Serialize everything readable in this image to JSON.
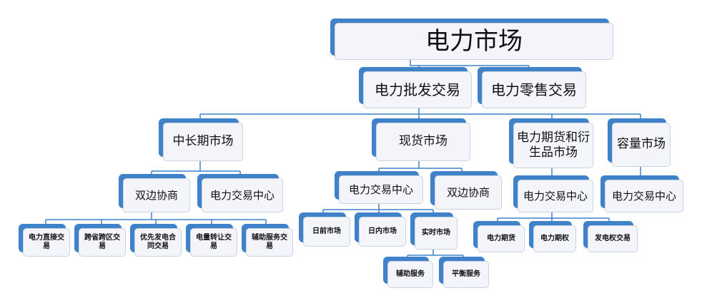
{
  "diagram": {
    "root": "电力市场",
    "level1": {
      "wholesale": "电力批发交易",
      "retail": "电力零售交易"
    },
    "level2": {
      "long_term": "中长期市场",
      "spot": "现货市场",
      "futures": "电力期货和衍生品市场",
      "capacity": "容量市场"
    },
    "level3": {
      "long_term_bilateral": "双边协商",
      "long_term_exchange": "电力交易中心",
      "spot_exchange": "电力交易中心",
      "spot_bilateral": "双边协商",
      "futures_exchange": "电力交易中心",
      "capacity_exchange": "电力交易中心"
    },
    "level4": {
      "direct_trade": "电力直接交易",
      "cross_region": "跨省跨区交易",
      "priority_contract": "优先发电合同交易",
      "transfer": "电量转让交易",
      "ancillary": "辅助服务交易",
      "day_ahead": "日前市场",
      "intraday": "日内市场",
      "realtime": "实时市场",
      "power_futures": "电力期货",
      "power_options": "电力期权",
      "gen_rights": "发电权交易"
    },
    "level5": {
      "ancillary_service": "辅助服务",
      "balancing_service": "平衡服务"
    }
  },
  "colors": {
    "box_shadow": "#3f82c9",
    "box_face": "#f3f5fa",
    "box_border": "#c9d3e2",
    "connector": "#3f82c9",
    "text": "#111111"
  }
}
